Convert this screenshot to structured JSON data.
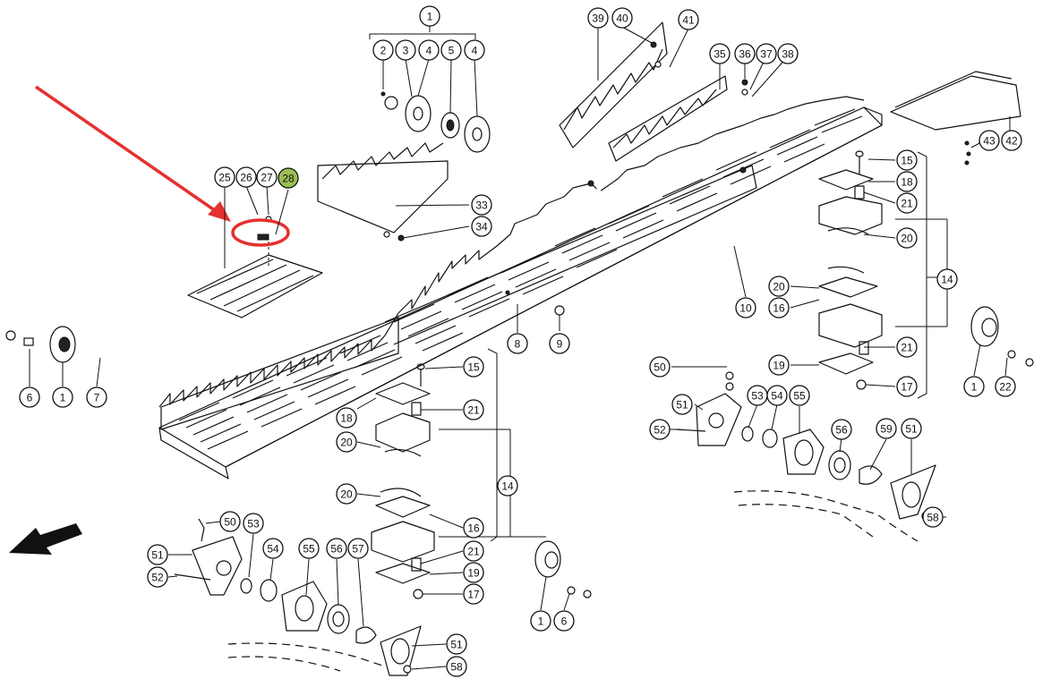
{
  "diagram": {
    "callouts": [
      "1",
      "2",
      "3",
      "4",
      "5",
      "4",
      "39",
      "40",
      "41",
      "35",
      "36",
      "37",
      "38",
      "43",
      "42",
      "25",
      "26",
      "27",
      "28",
      "33",
      "34",
      "15",
      "18",
      "21",
      "20",
      "14",
      "10",
      "20",
      "16",
      "21",
      "19",
      "17",
      "8",
      "9",
      "1",
      "22",
      "6",
      "1",
      "7",
      "15",
      "21",
      "18",
      "20",
      "14",
      "20",
      "16",
      "21",
      "19",
      "17",
      "50",
      "51",
      "52",
      "53",
      "54",
      "55",
      "56",
      "59",
      "51",
      "58",
      "50",
      "53",
      "51",
      "52",
      "54",
      "55",
      "56",
      "57",
      "51",
      "58",
      "1",
      "6"
    ],
    "highlight": {
      "callout": "28",
      "color": "#9bbf55",
      "marker_color": "#e53030"
    }
  }
}
